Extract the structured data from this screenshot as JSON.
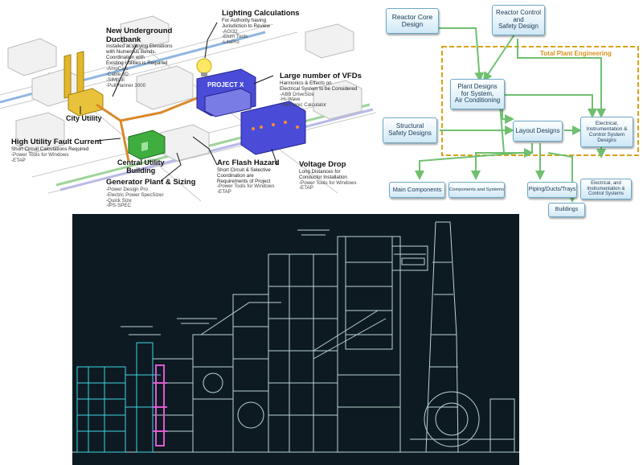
{
  "iso": {
    "project_label": "PROJECT X",
    "city_utility": "City Utility",
    "central_utility": "Central Utility\nBuilding",
    "callouts": {
      "ductbank": {
        "title": "New Underground Ductbank",
        "sub": "Installed at Varying Elevations\nwith Numerous Bends.\nCoordination with\nExisting Utilities is Required",
        "tools": "-AmpCalc\n-Cable 3D\n-SIMpull\n-PullPlanner 3000"
      },
      "lighting": {
        "title": "Lighting Calculations",
        "sub": "For Authority having\nJurisdiction to Review",
        "tools": "-AGI32\n-Elum Tools\n-LitePro"
      },
      "vfd": {
        "title": "Large number of VFDs",
        "sub": "Harmonics & Effects on\nElectrical System to be Considered",
        "tools": "-ABB DriveSize\n-Hi-Wave\n-Harmonic Calculator"
      },
      "fault": {
        "title": "High Utility Fault Current",
        "sub": "Short Circuit Calculations Required",
        "tools": "-Power Tools for Windows\n-ETAP"
      },
      "generator": {
        "title": "Generator Plant & Sizing",
        "sub": "",
        "tools": "-Power Design Pro\n-Electric Power SpecSizer\n-Quick Size\n-IPS-SPEC"
      },
      "arcflash": {
        "title": "Arc Flash Hazard",
        "sub": "Short Circuit & Selective\nCoordination are\nRequirements of Project",
        "tools": "-Power Tools for Windows\n-ETAP"
      },
      "voltage": {
        "title": "Voltage Drop",
        "sub": "Long Distances for\nConductor Installation",
        "tools": "-Power Tools for Windows\n-ETAP"
      }
    }
  },
  "flow": {
    "frame_title": "Total Plant Engineering",
    "boxes": {
      "reactor_core": "Reactor Core\nDesign",
      "reactor_control": "Reactor Control\nand\nSafety Design",
      "plant_designs": "Plant Designs\nfor System,\nAir Conditioning",
      "structural": "Structural\nSafety Designs",
      "layout": "Layout Designs",
      "electrical1": "Electrical,\nInstrumentation &\nControl System\nDesigns",
      "electrical2": "Electrical, and\nInstrumentation &\nControl Systems",
      "main_components": "Main Components",
      "components_systems": "Components and Systems",
      "piping": "Piping/Ducts/Trays",
      "buildings": "Buildings"
    },
    "colors": {
      "arrow": "#6fbf6f",
      "frame": "#d9a21b",
      "box_border": "#6aa8c8",
      "box_text": "#1a3a55",
      "title": "#d9901b"
    }
  },
  "colors": {
    "cad_bg": "#0e1a22",
    "cad_line": "#b9d4d0",
    "cad_cyan": "#3fd6e6",
    "cad_magenta": "#e05ad0",
    "vfd_blue": "#4a4cd8",
    "utility_yellow": "#e2b82a",
    "central_green": "#3fae3f"
  }
}
